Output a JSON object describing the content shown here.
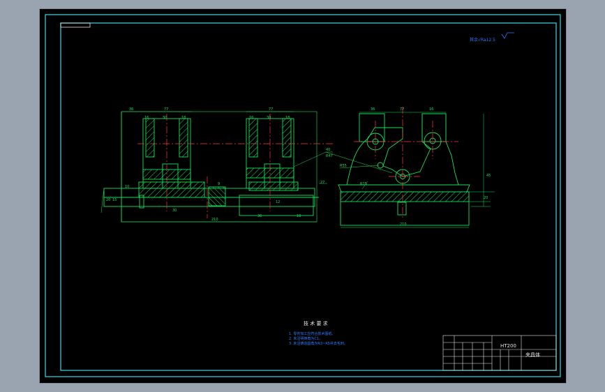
{
  "window": {
    "title": "CAD drawing viewer"
  },
  "drawing": {
    "top_right_note": "其余√Ra12.5",
    "tech_req": {
      "title": "技 术 要 求",
      "lines": [
        "1. 零件加工应符合技术图纸。",
        "2. 未注明倒角为C1。",
        "3. 未注铸造圆角为R3~R5并去毛刺。"
      ]
    },
    "title_block": {
      "material": "HT200",
      "part_name": "夹具体"
    },
    "dims": {
      "front": [
        "36",
        "77",
        "16",
        "30",
        "18",
        "77",
        "16",
        "30",
        "18",
        "40",
        "10",
        "20",
        "15",
        "30",
        "9",
        "27",
        "210",
        "36",
        "18",
        "12"
      ],
      "side": [
        "36",
        "77",
        "16",
        "R47",
        "R55",
        "R15",
        "210",
        "45",
        "20"
      ]
    },
    "colors": {
      "background": "#000000",
      "border": "#3fd6e6",
      "geometry": "#19e05a",
      "center_line": "#ff3b3b",
      "hatch": "#19e05a",
      "text_blue": "#2f7dff",
      "text_white": "#e6e6e6"
    }
  }
}
